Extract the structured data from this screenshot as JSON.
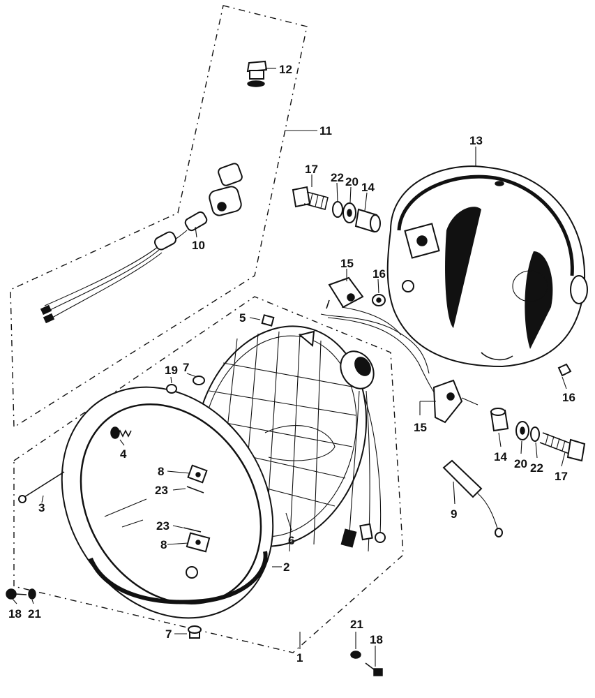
{
  "callouts": {
    "c1": "1",
    "c2": "2",
    "c3": "3",
    "c4": "4",
    "c5": "5",
    "c6": "6",
    "c7a": "7",
    "c7b": "7",
    "c8a": "8",
    "c8b": "8",
    "c9": "9",
    "c10": "10",
    "c11": "11",
    "c12": "12",
    "c13": "13",
    "c14a": "14",
    "c14b": "14",
    "c15a": "15",
    "c15b": "15",
    "c16a": "16",
    "c16b": "16",
    "c17a": "17",
    "c17b": "17",
    "c18a": "18",
    "c18b": "18",
    "c19": "19",
    "c20a": "20",
    "c20b": "20",
    "c21a": "21",
    "c21b": "21",
    "c22a": "22",
    "c22b": "22",
    "c23a": "23",
    "c23b": "23"
  }
}
